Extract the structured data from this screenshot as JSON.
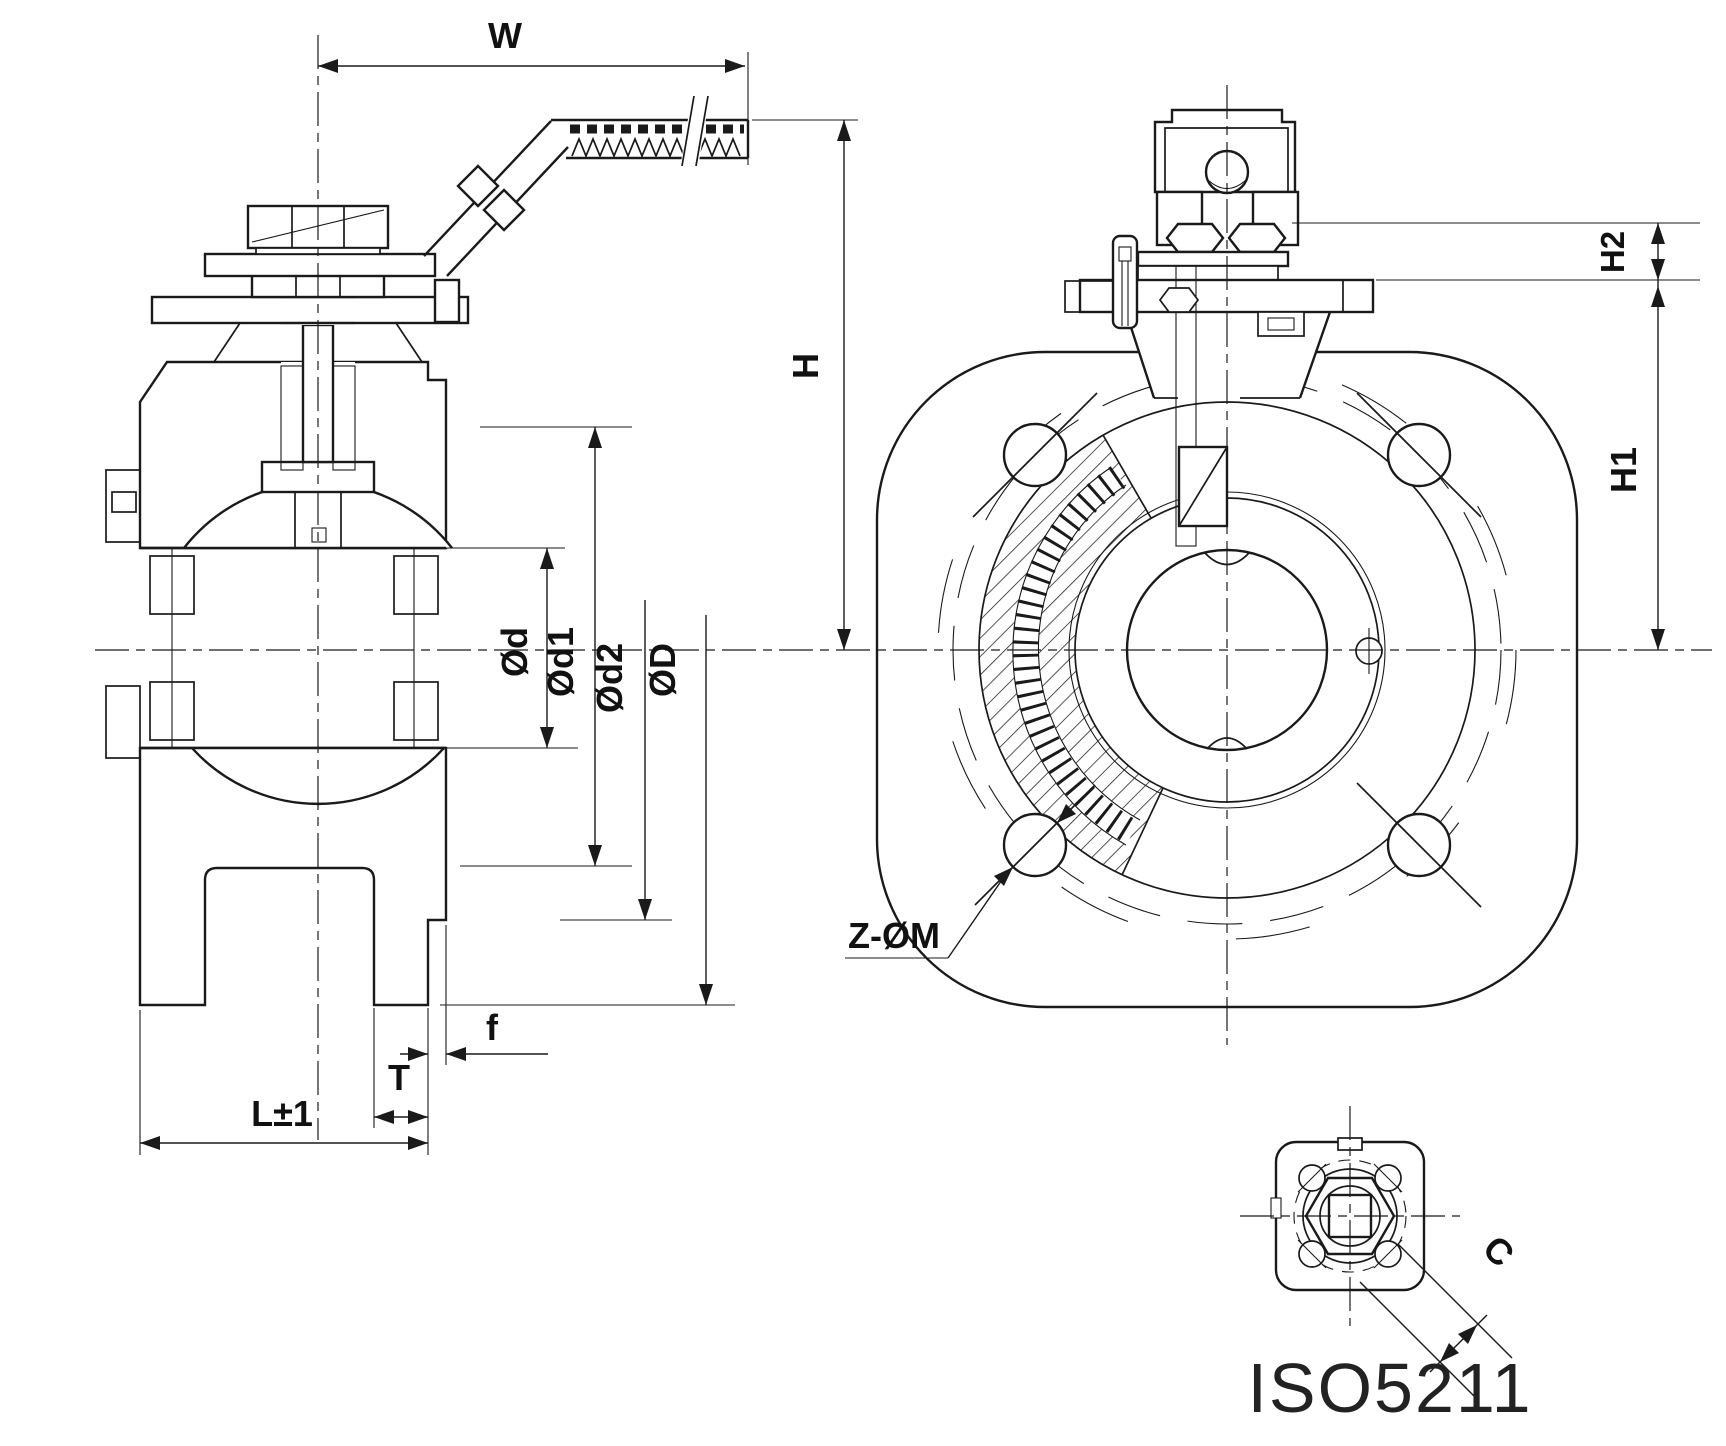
{
  "drawing": {
    "type": "technical-drawing",
    "subject": "wafer ball valve with lever handle, sectional side view, front view and ISO5211 mounting pad detail",
    "colors": {
      "ink": "#1a1a1a",
      "background": "#ffffff"
    },
    "labels": {
      "w": "W",
      "h": "H",
      "h1": "H1",
      "h2": "H2",
      "d": "Ød",
      "d1": "Ød1",
      "d2": "Ød2",
      "D": "ØD",
      "zm": "Z-ØM",
      "f": "f",
      "t": "T",
      "l": "L±1",
      "c": "C"
    },
    "caption": "ISO5211",
    "views": {
      "section_view_dims": [
        "W",
        "H",
        "Ød",
        "Ød1",
        "Ød2",
        "ØD",
        "f",
        "T",
        "L±1"
      ],
      "front_view_dims": [
        "H",
        "H1",
        "H2",
        "Z-ØM"
      ],
      "mount_detail_dims": [
        "C"
      ]
    }
  }
}
